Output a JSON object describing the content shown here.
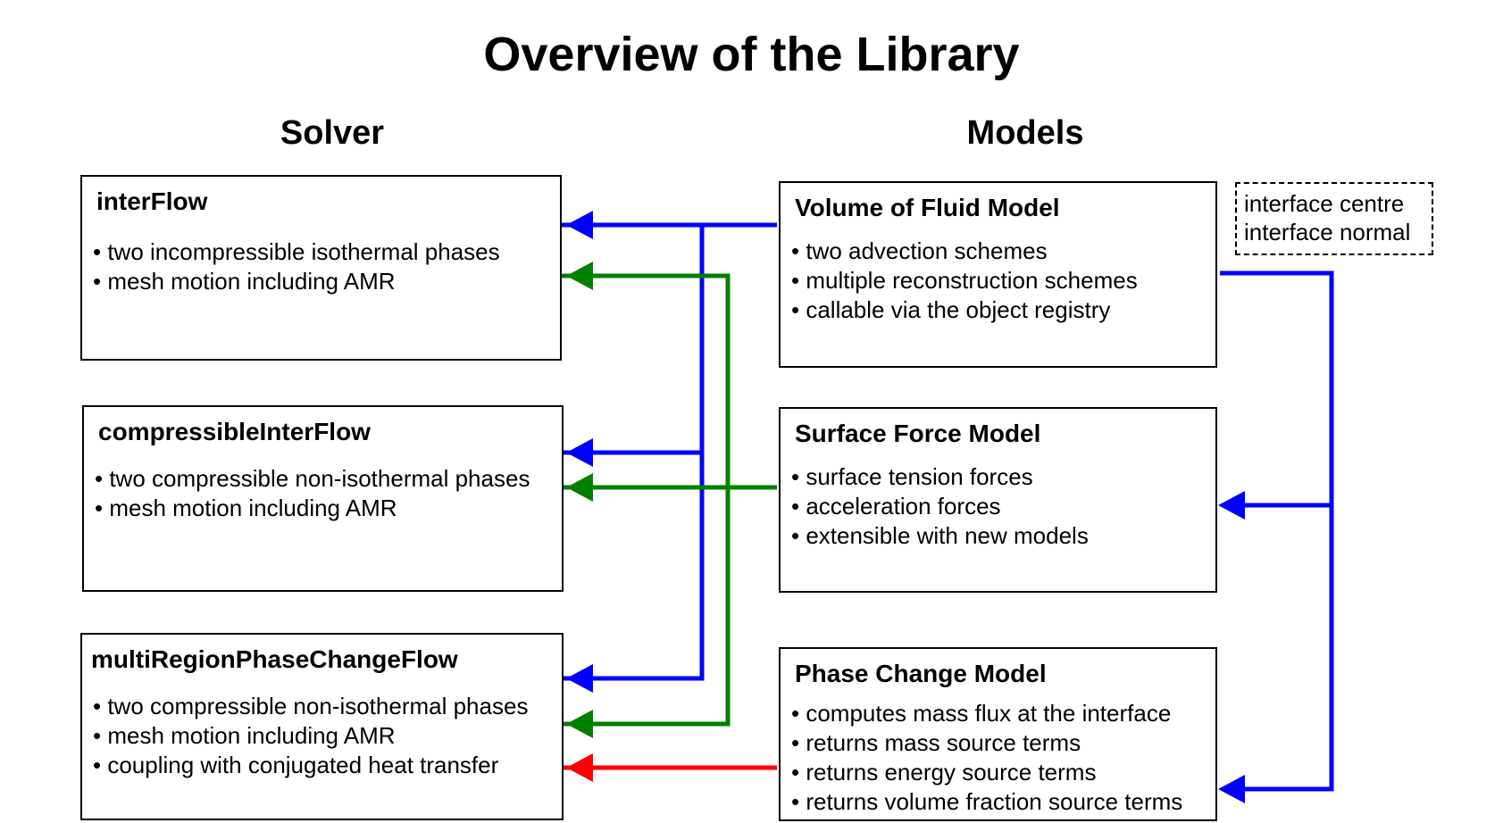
{
  "title": "Overview of the Library",
  "columns": {
    "solver": "Solver",
    "models": "Models"
  },
  "solvers": [
    {
      "name": "interFlow",
      "items": [
        "two incompressible isothermal phases",
        "mesh motion including AMR"
      ]
    },
    {
      "name": "compressibleInterFlow",
      "items": [
        "two compressible non-isothermal phases",
        "mesh motion including AMR"
      ]
    },
    {
      "name": "multiRegionPhaseChangeFlow",
      "items": [
        "two compressible non-isothermal phases",
        "mesh motion including AMR",
        "coupling with conjugated heat transfer"
      ]
    }
  ],
  "models": [
    {
      "name": "Volume of Fluid Model",
      "items": [
        "two advection schemes",
        "multiple reconstruction schemes",
        "callable via the object registry"
      ]
    },
    {
      "name": "Surface Force Model",
      "items": [
        "surface tension forces",
        "acceleration forces",
        "extensible with new models"
      ]
    },
    {
      "name": "Phase Change Model",
      "items": [
        "computes mass flux at the interface",
        "returns mass source terms",
        "returns energy source terms",
        "returns volume fraction source terms"
      ]
    }
  ],
  "note": {
    "lines": [
      "interface centre",
      "interface normal"
    ]
  },
  "connector_colors": {
    "vof": "#0000ff",
    "surface_force": "#008000",
    "phase_change": "#ff0000"
  }
}
